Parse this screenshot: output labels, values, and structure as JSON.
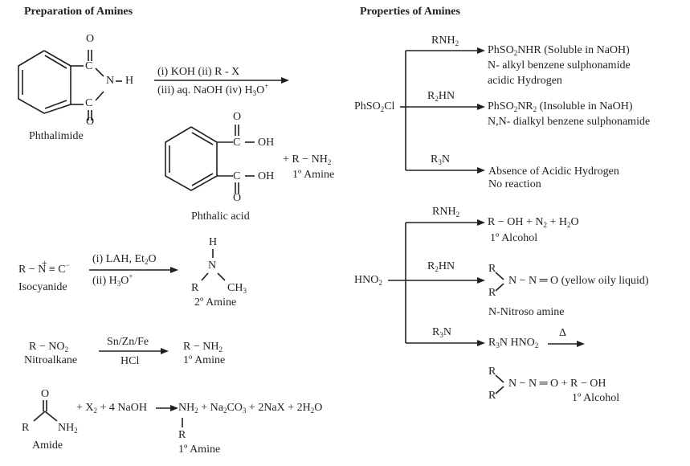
{
  "headings": {
    "preparation": "Preparation of Amines",
    "properties": "Properties of Amines"
  },
  "preparation": {
    "gabriel": {
      "atoms": {
        "o_top": "O",
        "c_top": "C",
        "n": "N",
        "h": "H",
        "c_bot": "C",
        "o_bot": "O"
      },
      "reactant_label": "Phthalimide",
      "reagent_top": "(i) KOH  (ii) R - X",
      "reagent_bottom_pre": "(iii) aq. NaOH  (iv) H",
      "reagent_bottom_sub": "3",
      "reagent_bottom_post": "O",
      "reagent_bottom_sup": "+",
      "product_atoms": {
        "o_top": "O",
        "c_top": "C",
        "oh_top": "OH",
        "c_bot": "C",
        "oh_bot": "OH",
        "o_bot": "O"
      },
      "product_label": "Phthalic acid",
      "byproduct_pre": "+ R − NH",
      "byproduct_sub": "2",
      "byproduct_label": "1º Amine"
    },
    "isocyanide": {
      "reactant_pre": "R − N",
      "reactant_charge": "+",
      "reactant_post": " ≡ C",
      "reactant_neg": "−",
      "reactant_label": "Isocyanide",
      "reagent_top_pre": "(i) LAH,  Et",
      "reagent_top_sub": "2",
      "reagent_top_post": "O",
      "reagent_bottom_pre": "(ii) H",
      "reagent_bottom_sub": "3",
      "reagent_bottom_post": "O",
      "reagent_bottom_sup": "+",
      "product_atoms": {
        "h": "H",
        "n": "N",
        "r": "R",
        "ch3_pre": "CH",
        "ch3_sub": "3"
      },
      "product_label": "2º Amine"
    },
    "nitro": {
      "reactant_pre": "R − NO",
      "reactant_sub": "2",
      "reactant_label": "Nitroalkane",
      "reagent_top": "Sn/Zn/Fe",
      "reagent_bottom": "HCl",
      "product_pre": "R − NH",
      "product_sub": "2",
      "product_label": "1º Amine"
    },
    "hofmann": {
      "atoms": {
        "o": "O",
        "r": "R",
        "nh2_pre": "NH",
        "nh2_sub": "2"
      },
      "reactant_label": "Amide",
      "reagents_pre": "+ X",
      "reagents_sub": "2",
      "reagents_post": " + 4 NaOH",
      "products": [
        {
          "pre": "NH",
          "sub": "2"
        },
        {
          "pre": " + Na",
          "sub": "2"
        },
        {
          "pre": "CO",
          "sub": "3"
        },
        {
          "pre": " + 2NaX + 2H",
          "sub": "2"
        },
        {
          "pre": "O",
          "sub": ""
        }
      ],
      "product_r": "R",
      "product_label": "1º Amine"
    }
  },
  "properties": {
    "sulphonyl": {
      "reagent_pre": "PhSO",
      "reagent_sub": "2",
      "reagent_post": "Cl",
      "branches": [
        {
          "amine_pre": "RNH",
          "amine_sub": "2",
          "amine_post": "",
          "product_pre": "PhSO",
          "product_sub": "2",
          "product_post": "NHR (Soluble in NaOH)",
          "notes": [
            "N- alkyl benzene sulphonamide",
            "acidic Hydrogen"
          ]
        },
        {
          "amine_pre": "R",
          "amine_sub": "2",
          "amine_post": "HN",
          "product_pre": "PhSO",
          "product_sub": "2",
          "product_mid": "NR",
          "product_sub2": "2",
          "product_post": " (Insoluble in NaOH)",
          "notes": [
            "N,N- dialkyl benzene sulphonamide"
          ]
        },
        {
          "amine_pre": "R",
          "amine_sub": "3",
          "amine_post": "N",
          "product": "Absence of Acidic Hydrogen",
          "notes": [
            "No reaction"
          ]
        }
      ]
    },
    "nitrous": {
      "reagent_pre": "HNO",
      "reagent_sub": "2",
      "branches": [
        {
          "amine_pre": "RNH",
          "amine_sub": "2",
          "amine_post": "",
          "product_parts": [
            {
              "pre": "R − OH + N",
              "sub": "2"
            },
            {
              "pre": " + H",
              "sub": "2"
            },
            {
              "pre": "O",
              "sub": ""
            }
          ],
          "label": "1º Alcohol"
        },
        {
          "amine_pre": "R",
          "amine_sub": "2",
          "amine_post": "HN",
          "atoms": {
            "r1": "R",
            "r2": "R"
          },
          "product_tail": "N − N ═ O (yellow oily liquid)",
          "label": "N-Nitroso amine"
        },
        {
          "amine_pre": "R",
          "amine_sub": "3",
          "amine_post": "N",
          "salt_pre": "R",
          "salt_sub": "3",
          "salt_mid": "N HNO",
          "salt_sub2": "2",
          "heat_symbol": "Δ",
          "atoms": {
            "r1": "R",
            "r2": "R"
          },
          "product_tail": "N − N ═ O + R − OH",
          "label": "1º Alcohol"
        }
      ]
    }
  }
}
